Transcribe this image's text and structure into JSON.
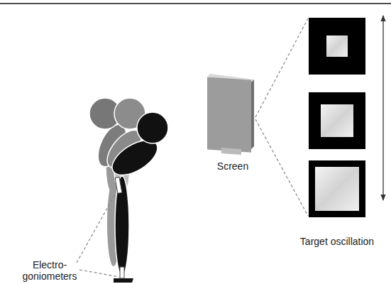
{
  "diagram": {
    "labels": [
      "Electro- goniometers",
      "Screen",
      "Target oscillation"
    ]
  }
}
